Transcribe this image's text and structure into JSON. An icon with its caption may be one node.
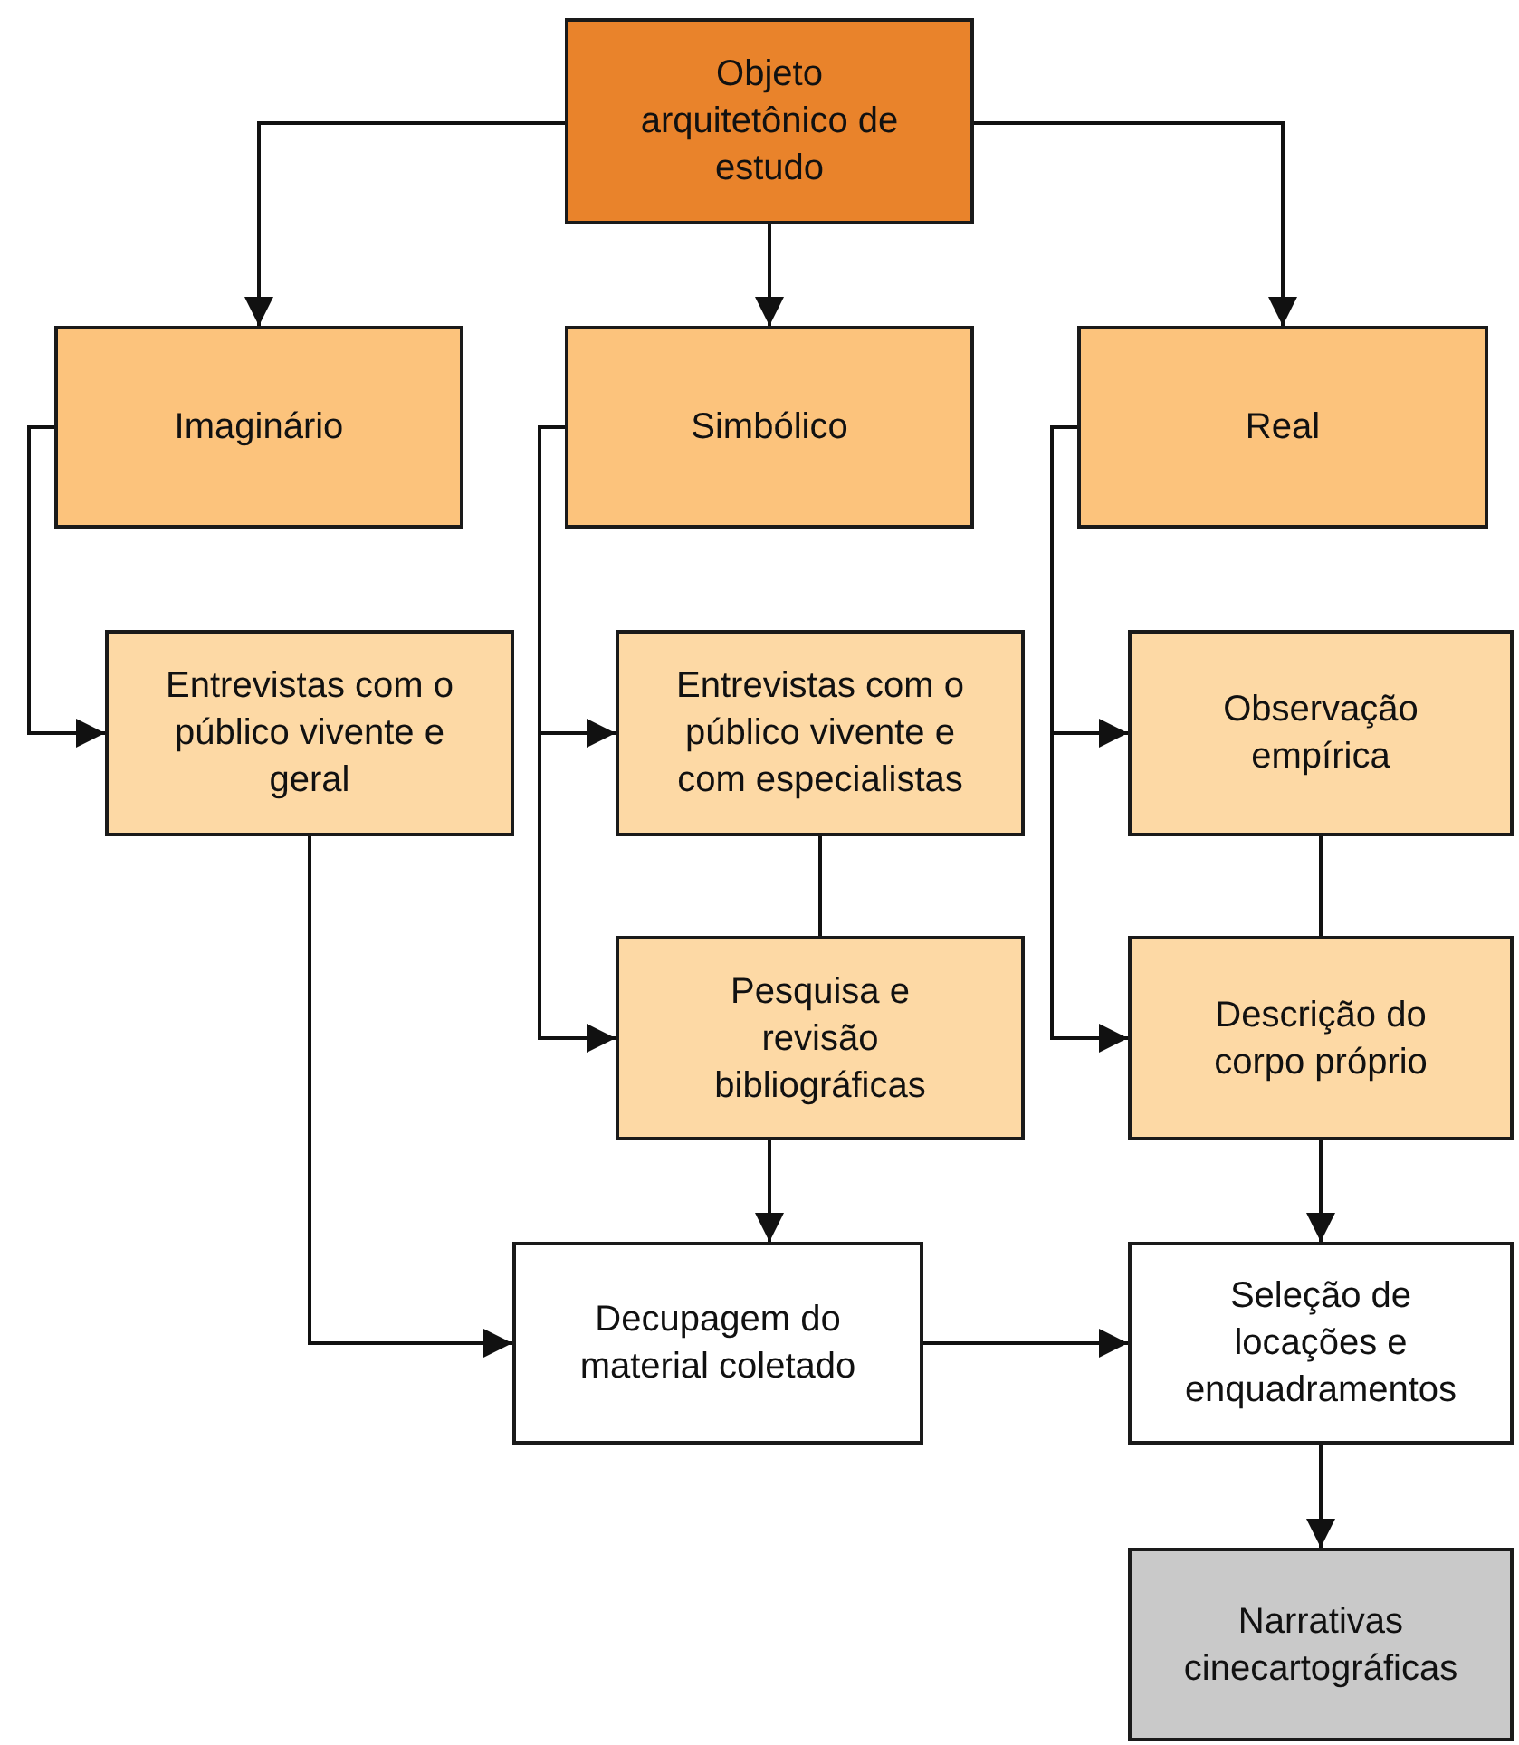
{
  "diagram": {
    "nodes": [
      {
        "text": [
          "Objeto arquitetônico de estudo"
        ]
      },
      {
        "text": [
          "Imaginário"
        ]
      },
      {
        "text": [
          "Simbólico"
        ]
      },
      {
        "text": [
          "Real"
        ]
      },
      {
        "text": [
          "Entrevistas com o público vivente e geral"
        ]
      },
      {
        "text": [
          "Entrevistas com o público vivente e com especialistas"
        ]
      },
      {
        "text": [
          "Observação empírica"
        ]
      },
      {
        "text": [
          "Pesquisa e revisão bibliográficas"
        ]
      },
      {
        "text": [
          "Descrição do corpo próprio"
        ]
      },
      {
        "text": [
          "Decupagem do material coletado"
        ]
      },
      {
        "text": [
          "Seleção de locações e enquadramentos"
        ]
      },
      {
        "text": [
          "Narrativas cinecartográficas"
        ]
      }
    ],
    "edges": [
      {
        "from": 0,
        "to": 1,
        "arrow": "to"
      },
      {
        "from": 0,
        "to": 2,
        "arrow": "to"
      },
      {
        "from": 0,
        "to": 3,
        "arrow": "to"
      },
      {
        "from": 1,
        "to": 4,
        "arrow": "to"
      },
      {
        "from": 2,
        "to": 5,
        "arrow": "to"
      },
      {
        "from": 2,
        "to": 7,
        "arrow": "to"
      },
      {
        "from": 3,
        "to": 6,
        "arrow": "to"
      },
      {
        "from": 3,
        "to": 8,
        "arrow": "to"
      },
      {
        "from": 5,
        "to": 7,
        "arrow": "none"
      },
      {
        "from": 6,
        "to": 8,
        "arrow": "none"
      },
      {
        "from": 7,
        "to": 9,
        "arrow": "to"
      },
      {
        "from": 8,
        "to": 10,
        "arrow": "to"
      },
      {
        "from": 4,
        "to": 9,
        "arrow": "to"
      },
      {
        "from": 9,
        "to": 10,
        "arrow": "to"
      },
      {
        "from": 10,
        "to": 11,
        "arrow": "to"
      }
    ]
  }
}
